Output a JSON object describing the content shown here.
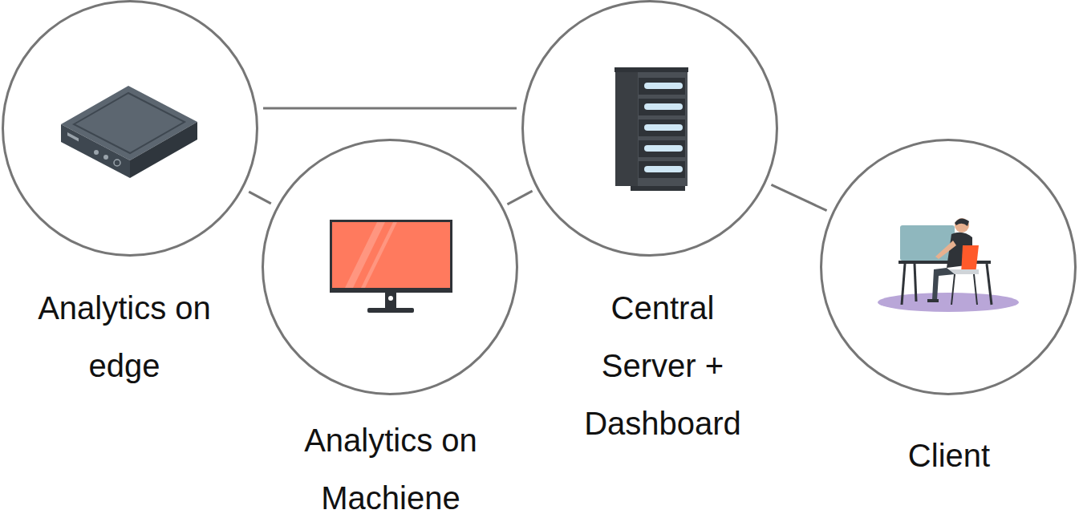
{
  "diagram": {
    "nodes": [
      {
        "text": [
          "Analytics on edge"
        ]
      },
      {
        "text": [
          "Analytics on Machiene"
        ]
      },
      {
        "text": [
          "Central Server + Dashboard"
        ]
      },
      {
        "text": [
          "Client"
        ]
      }
    ],
    "edges": [
      {
        "from": 0,
        "to": 2,
        "arrow": "none"
      },
      {
        "from": 0,
        "to": 1,
        "arrow": "none"
      },
      {
        "from": 1,
        "to": 2,
        "arrow": "none"
      },
      {
        "from": 2,
        "to": 3,
        "arrow": "none"
      }
    ]
  }
}
